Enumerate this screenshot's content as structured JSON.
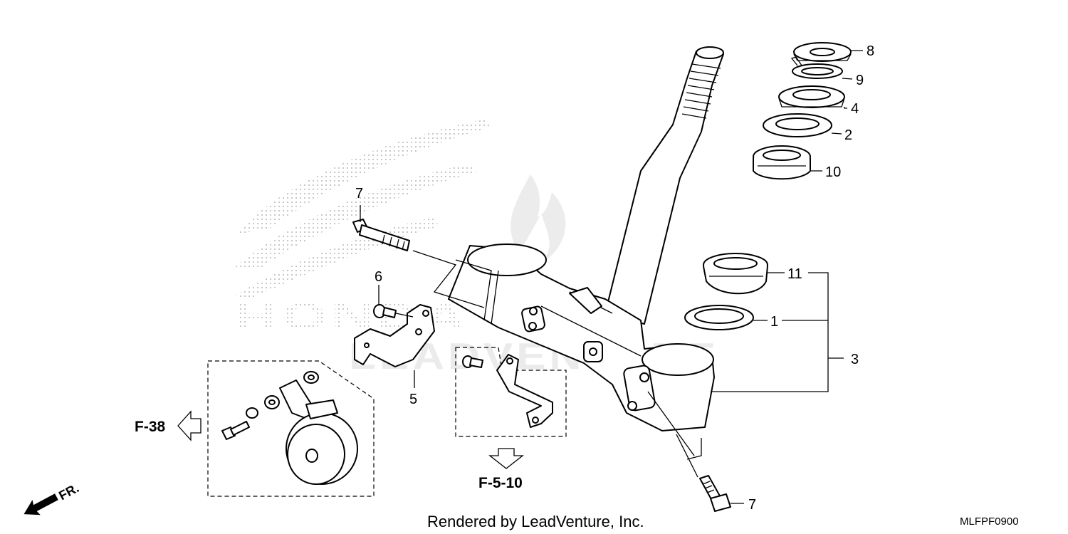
{
  "diagram": {
    "code": "MLFPF0900",
    "credit": "Rendered by LeadVenture, Inc.",
    "watermark_text": "LEADVENTURE",
    "brand_watermark_text": "HONDA",
    "callouts": {
      "c8": "8",
      "c9": "9",
      "c4": "4",
      "c2": "2",
      "c10": "10",
      "c11": "11",
      "c1": "1",
      "c3": "3",
      "c7_top": "7",
      "c6": "6",
      "c5": "5",
      "c7_bottom": "7"
    },
    "refs": {
      "left": "F-38",
      "bottom": "F-5-10"
    },
    "direction": "FR.",
    "colors": {
      "line": "#000000",
      "watermark": "#c8c8c8",
      "background": "#ffffff"
    }
  }
}
